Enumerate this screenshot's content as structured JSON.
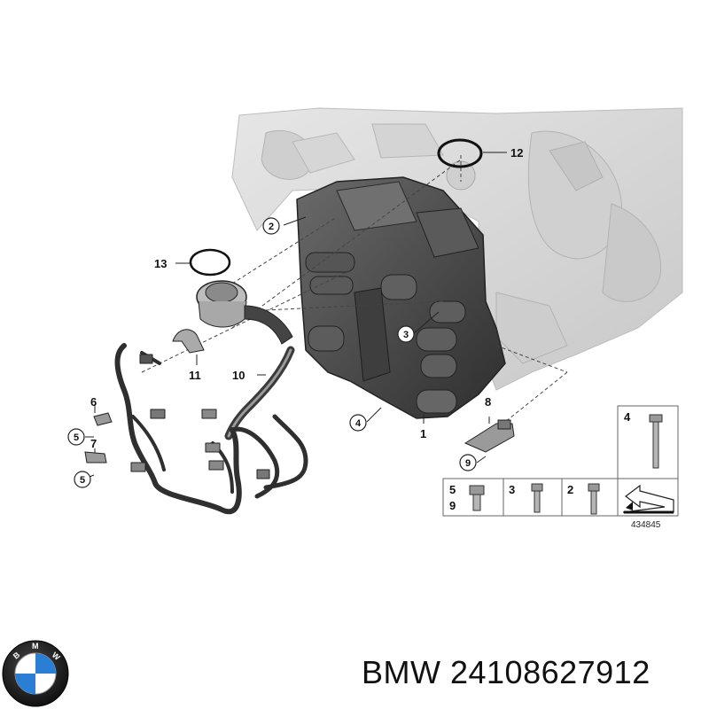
{
  "diagram": {
    "callouts": {
      "p1": "1",
      "p2": "2",
      "p3": "3",
      "p4": "4",
      "p5a": "5",
      "p5b": "5",
      "p6": "6",
      "p7": "7",
      "p8": "8",
      "p9": "9",
      "p10": "10",
      "p11": "11",
      "p12": "12",
      "p13": "13"
    },
    "hardware_table": {
      "cell_4": "4",
      "cell_5": "5",
      "cell_9": "9",
      "cell_3": "3",
      "cell_2": "2"
    },
    "reference_number": "434845"
  },
  "footer": {
    "brand_text": "BMW 24108627912",
    "logo_letters": [
      "B",
      "M",
      "W"
    ]
  },
  "colors": {
    "gearbox_bg": "#d9d9d9",
    "valve_body": "#4a4a4a",
    "hose": "#3a3a3a",
    "logo_blue": "#2a7fd4"
  }
}
